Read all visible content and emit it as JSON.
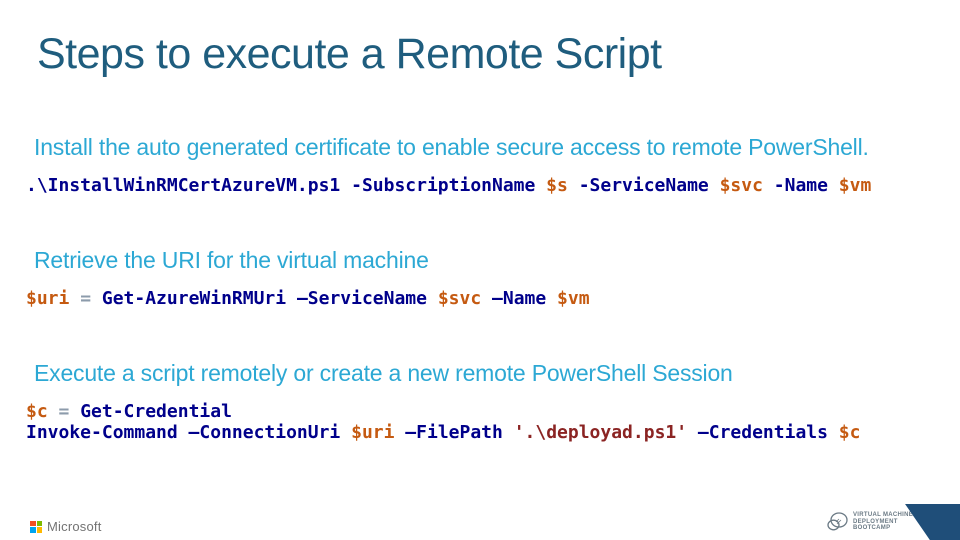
{
  "slide": {
    "title": "Steps to execute a Remote Script",
    "sections": [
      {
        "heading": "Install the auto generated certificate to enable secure access to remote PowerShell.",
        "code_lines": [
          [
            {
              "type": "command",
              "text": ".\\InstallWinRMCertAzureVM.ps1 -SubscriptionName "
            },
            {
              "type": "variable",
              "text": "$s"
            },
            {
              "type": "command",
              "text": " -ServiceName "
            },
            {
              "type": "variable",
              "text": "$svc"
            },
            {
              "type": "command",
              "text": " -Name "
            },
            {
              "type": "variable",
              "text": "$vm"
            }
          ]
        ]
      },
      {
        "heading": "Retrieve the URI for the virtual machine",
        "code_lines": [
          [
            {
              "type": "variable",
              "text": "$uri"
            },
            {
              "type": "operator",
              "text": " = "
            },
            {
              "type": "command",
              "text": "Get-AzureWinRMUri –ServiceName "
            },
            {
              "type": "variable",
              "text": "$svc"
            },
            {
              "type": "command",
              "text": " –Name "
            },
            {
              "type": "variable",
              "text": "$vm"
            }
          ]
        ]
      },
      {
        "heading": "Execute a script remotely or create a new remote PowerShell Session",
        "code_lines": [
          [
            {
              "type": "variable",
              "text": "$c"
            },
            {
              "type": "operator",
              "text": " = "
            },
            {
              "type": "command",
              "text": "Get-Credential"
            }
          ],
          [
            {
              "type": "command",
              "text": "Invoke-Command –ConnectionUri "
            },
            {
              "type": "variable",
              "text": "$uri"
            },
            {
              "type": "command",
              "text": " –FilePath "
            },
            {
              "type": "string",
              "text": "'.\\deployad.ps1'"
            },
            {
              "type": "command",
              "text": " –Credentials "
            },
            {
              "type": "variable",
              "text": "$c"
            }
          ]
        ]
      }
    ]
  },
  "footer": {
    "microsoft_wordmark": "Microsoft",
    "bootcamp_logo": {
      "lines": [
        "VIRTUAL MACHINE",
        "DEPLOYMENT",
        "BOOTCAMP"
      ]
    }
  },
  "colors": {
    "title": "#1F5D7E",
    "heading": "#2CA8D4",
    "code_command": "#00008B",
    "code_variable": "#C55A11",
    "code_operator": "#8C9BAB",
    "code_string": "#8B2423",
    "ribbon": "#1F4E79",
    "ms_red": "#F25022",
    "ms_green": "#7FBA00",
    "ms_blue": "#00A4EF",
    "ms_yellow": "#FFB900",
    "ms_gray": "#737373"
  }
}
